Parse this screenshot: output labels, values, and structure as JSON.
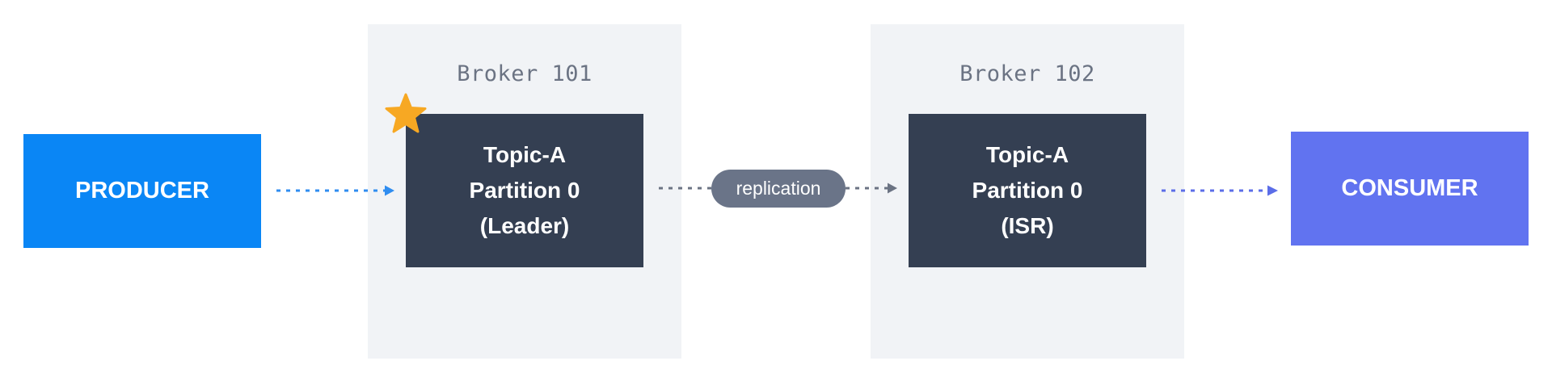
{
  "producer": {
    "label": "PRODUCER",
    "color": "#0a86f5"
  },
  "consumer": {
    "label": "CONSUMER",
    "color": "#6173f0"
  },
  "brokers": [
    {
      "title": "Broker 101",
      "partition": {
        "line1": "Topic-A",
        "line2": "Partition 0",
        "line3": "(Leader)"
      },
      "leader_icon": "star-icon"
    },
    {
      "title": "Broker 102",
      "partition": {
        "line1": "Topic-A",
        "line2": "Partition 0",
        "line3": "(ISR)"
      }
    }
  ],
  "replication": {
    "label": "replication"
  },
  "colors": {
    "broker_background": "#f1f3f6",
    "partition_box": "#343f52",
    "star": "#f7a823",
    "producer_arrow": "#2f8df0",
    "replication_arrow": "#6b7383",
    "consumer_arrow": "#5b6de8"
  }
}
